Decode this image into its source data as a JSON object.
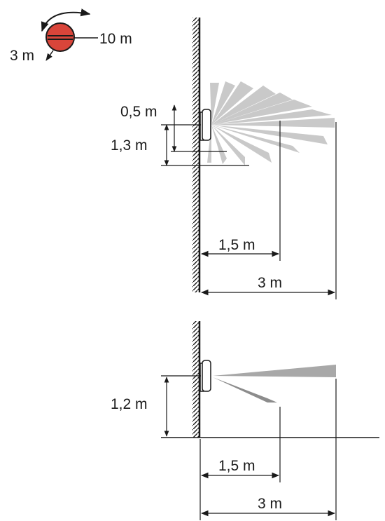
{
  "adjust_icon": {
    "far_label": "10 m",
    "near_label": "3 m",
    "knob_color": "#d9453a"
  },
  "side_view": {
    "offset_label": "0,5 m",
    "mount_height_label": "1,3 m",
    "range_mid_label": "1,5 m",
    "range_far_label": "3 m"
  },
  "top_view": {
    "mount_height_label": "1,2 m",
    "range_mid_label": "1,5 m",
    "range_far_label": "3 m"
  },
  "colors": {
    "line": "#1a1a1a",
    "beam": "#bdbdbd",
    "beam_dark": "#8c8c8c"
  }
}
